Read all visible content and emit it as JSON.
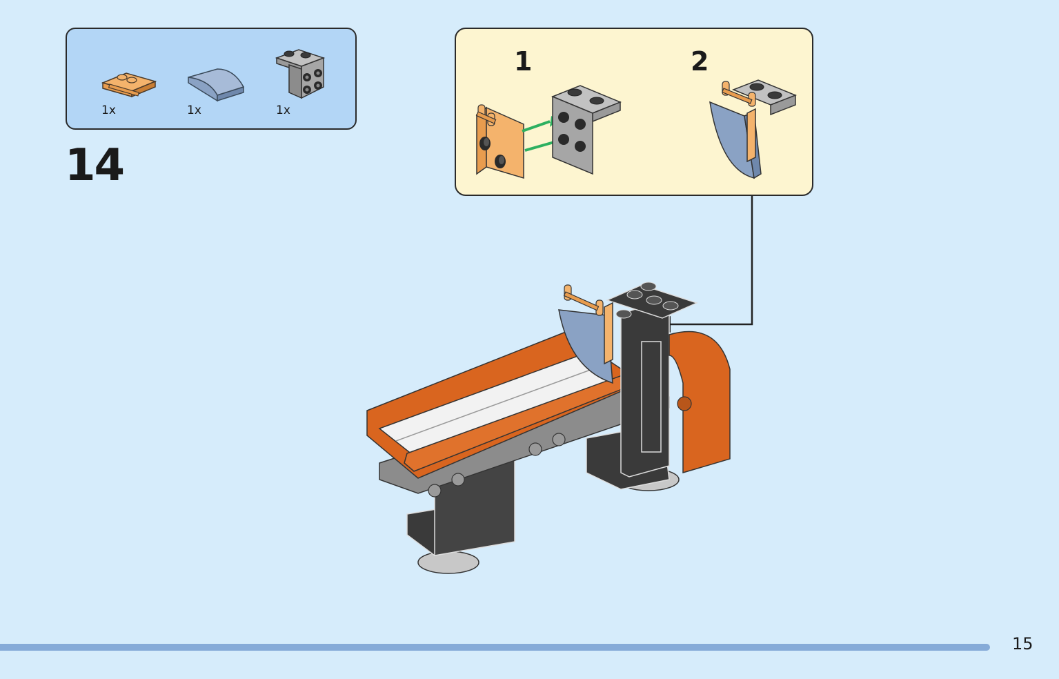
{
  "parts_list": {
    "items": [
      {
        "name": "orange-plate-with-handle",
        "quantity": "1x"
      },
      {
        "name": "sand-blue-curved-slope",
        "quantity": "1x"
      },
      {
        "name": "gray-bracket-plate",
        "quantity": "1x"
      }
    ]
  },
  "step": {
    "number": "14"
  },
  "callout": {
    "substeps": [
      {
        "number": "1"
      },
      {
        "number": "2"
      }
    ]
  },
  "colors": {
    "background": "#d6ecfb",
    "parts_box": "#b3d6f6",
    "callout_box": "#fdf5d0",
    "progress_bar": "#86abd8",
    "orange_brick": "#d9651f",
    "tan_brick": "#f0a860",
    "gray_brick": "#a0a0a0",
    "dark_gray_brick": "#3a3a3a",
    "sand_blue_brick": "#8aa2c4",
    "arrow_green": "#2db060"
  },
  "page": {
    "number": "15"
  }
}
